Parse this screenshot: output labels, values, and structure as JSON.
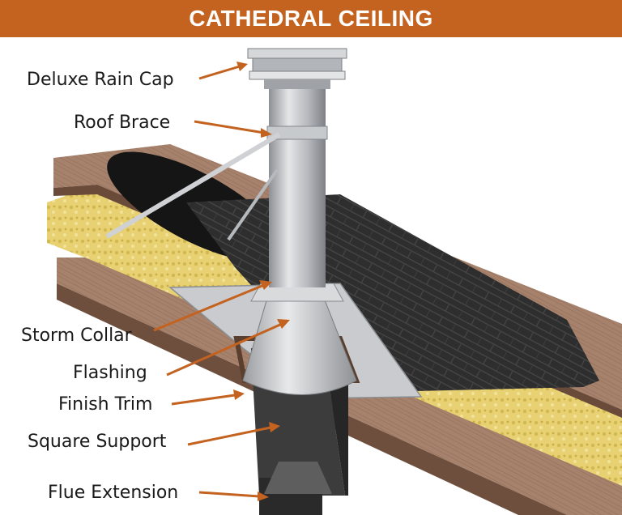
{
  "title": "CATHEDRAL CEILING",
  "colors": {
    "header": "#c4621f",
    "arrow": "#c4621f",
    "wood": "#a9856f",
    "insulation": "#e6cf6a",
    "shingles": "#2f2f2f",
    "pipe": "#b9bcc0",
    "support": "#3a3a3a"
  },
  "labels": [
    {
      "id": "rain-cap",
      "text": "Deluxe Rain Cap"
    },
    {
      "id": "roof-brace",
      "text": "Roof Brace"
    },
    {
      "id": "storm-collar",
      "text": "Storm Collar"
    },
    {
      "id": "flashing",
      "text": "Flashing"
    },
    {
      "id": "finish-trim",
      "text": "Finish Trim"
    },
    {
      "id": "square-support",
      "text": "Square Support"
    },
    {
      "id": "flue-extension",
      "text": "Flue Extension"
    }
  ]
}
